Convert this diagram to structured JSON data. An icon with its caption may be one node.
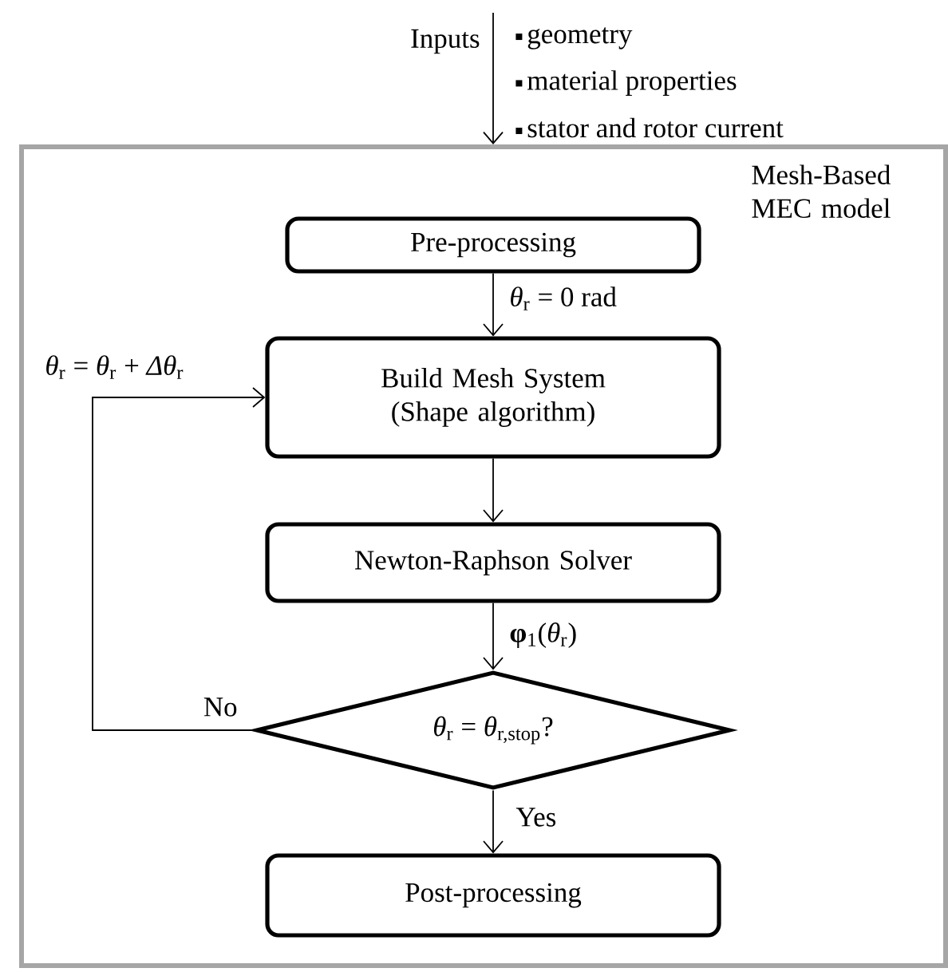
{
  "diagram": {
    "nodes": [
      {
        "text": [
          "Mesh-Based MEC model"
        ]
      },
      {
        "text": [
          "Pre-processing"
        ],
        "in": 0
      },
      {
        "text": [
          "Build Mesh System (Shape algorithm)"
        ],
        "in": 0
      },
      {
        "text": [
          "Newton-Raphson Solver"
        ],
        "in": 0
      },
      {
        "text": [
          "*θ*$_{r}$ = *θ*$_{r,stop}$?"
        ],
        "in": 0
      },
      {
        "text": [
          "Post-processing"
        ],
        "in": 0
      }
    ],
    "edges": [
      {
        "from": null,
        "to": 0,
        "arrow": "to",
        "label": "Inputs"
      },
      {
        "from": 1,
        "to": 2,
        "arrow": "to",
        "label": "*θ*$_{r}$ = 0 rad"
      },
      {
        "from": 2,
        "to": 3,
        "arrow": "to"
      },
      {
        "from": 3,
        "to": 4,
        "arrow": "to",
        "label": "**φ**$_{1}$(*θ*$_{r}$)"
      },
      {
        "from": 4,
        "to": 2,
        "arrow": "to",
        "label": "No"
      },
      {
        "from": 4,
        "to": 5,
        "arrow": "to",
        "label": "Yes"
      }
    ],
    "labels": [
      "geometry",
      "material properties",
      "stator and rotor current",
      "*θ*$_{r}$ = *θ*$_{r}$ + *Δθ*$_{r}$"
    ]
  }
}
